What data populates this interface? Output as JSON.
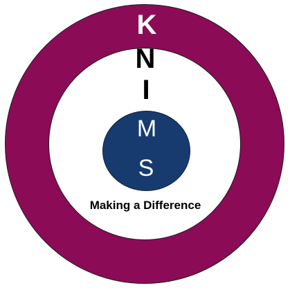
{
  "logo": {
    "letters": {
      "k": "K",
      "n": "N",
      "i": "I",
      "m": "M",
      "s": "S"
    },
    "tagline": "Making a Difference",
    "colors": {
      "outer_ring": "#8c0b57",
      "inner_disc": "#ffffff",
      "center_circle": "#173b6e",
      "outline": "#1c1c1c",
      "letter_on_ring": "#ffffff",
      "letter_on_white": "#000000",
      "letter_on_circle": "#ffffff",
      "tagline": "#000000"
    }
  }
}
